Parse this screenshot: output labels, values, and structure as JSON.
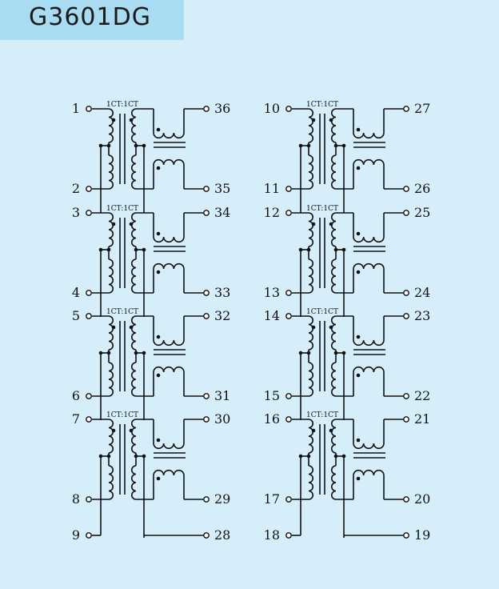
{
  "title": "G3601DG",
  "ratio_label": "1CT:1CT",
  "columns": [
    {
      "channels": [
        {
          "left_top": "1",
          "left_bot": "2",
          "right_top": "36",
          "right_bot": "35"
        },
        {
          "left_top": "3",
          "left_bot": "4",
          "right_top": "34",
          "right_bot": "33"
        },
        {
          "left_top": "5",
          "left_bot": "6",
          "right_top": "32",
          "right_bot": "31"
        },
        {
          "left_top": "7",
          "left_bot": "8",
          "right_top": "30",
          "right_bot": "29"
        }
      ],
      "ground_left": "9",
      "ground_right": "28"
    },
    {
      "channels": [
        {
          "left_top": "10",
          "left_bot": "11",
          "right_top": "27",
          "right_bot": "26"
        },
        {
          "left_top": "12",
          "left_bot": "13",
          "right_top": "25",
          "right_bot": "24"
        },
        {
          "left_top": "14",
          "left_bot": "15",
          "right_top": "23",
          "right_bot": "22"
        },
        {
          "left_top": "16",
          "left_bot": "17",
          "right_top": "21",
          "right_bot": "20"
        }
      ],
      "ground_left": "18",
      "ground_right": "19"
    }
  ]
}
